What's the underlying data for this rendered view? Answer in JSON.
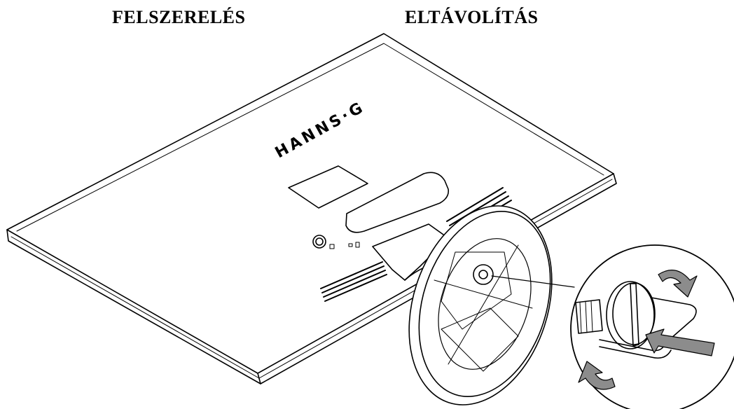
{
  "headings": {
    "install": "FELSZERELÉS",
    "remove": "ELTÁVOLÍTÁS"
  },
  "brand_logo": "HANNS·G",
  "colors": {
    "line": "#000000",
    "arrow_fill": "#8c8c8c",
    "background": "#ffffff"
  },
  "icons": [
    "monitor-back-illustration",
    "stand-base-illustration",
    "screw-detail-illustration",
    "rotate-arrow-icon",
    "push-arrow-icon"
  ]
}
